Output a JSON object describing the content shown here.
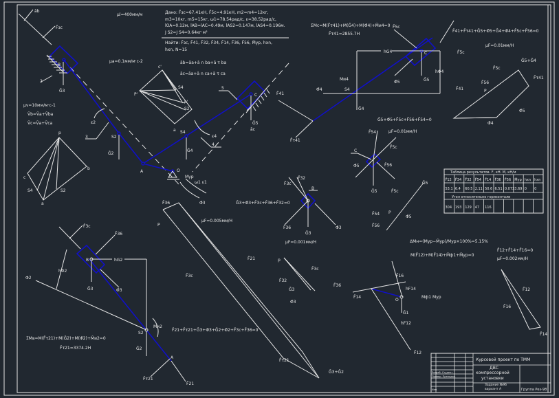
{
  "title_block": {
    "title": "Курсовой проект по ТММ",
    "subject_line1": "ДВС",
    "subject_line2": "компрессорной",
    "subject_line3": "установки",
    "task": "Задание №96",
    "variant": "вариант А",
    "group": "Группа Рез-98",
    "labels": [
      "Изм",
      "Разраб.",
      "Провер.",
      "Лит",
      "Листов"
    ],
    "developer_label": "Разраб. Студент",
    "checker_label": "Провер. Преподав."
  },
  "given": {
    "line1": "Дано: F̄зс=67.41кН, F̄5с=4.91кН, m2=m4=12кг,",
    "line2": "m3=10кг, m5=15кг, ω1=78.54рад/с, ε=38.52рад/с,",
    "line3": "lOA=0.12м, lAB=lAC=0.49м, lAS2=0.147м, lAS4=0.196м.",
    "line4": "J S2=J S4=0.64кг·м²",
    "find1": "Найти: F̄зс, F̄41, F̄32, F̄34, F̄14, F̄36, F̄56, M̄ур, hxn,",
    "find2": "hxn, N=15"
  },
  "scales": {
    "mu_l": "μl=400мм/м",
    "mu_a": "μa=0.1мм/м·с-2",
    "mu_v": "μv=10мм/м·с-1",
    "mu_f1": "μF=0.01мм/Н",
    "mu_f2": "μF=0.01мм/Н",
    "mu_f3": "μF=0.005мм/Н",
    "mu_f4": "μF=0.001мм/Н",
    "mu_f5": "μF=0.002мм/Н"
  },
  "equations": {
    "vel_b": "V̄b=V̄a+V̄ba",
    "vel_c": "V̄c=V̄a+V̄ca",
    "acc_b": "āb=āa+ā n ba+ā τ ba",
    "acc_c": "āc=āa+ā n ca+ā τ ca",
    "moment_c": "ΣMc=M(F̄τ41)+M(Ḡ4)+M(Φ̄4)+M̄и4=0",
    "f41": "F̄τ41=2855.7Н",
    "sum_link45": "F̄41+F̄τ41+Ḡ5+Φ̄5+Ḡ4+Φ̄4+F̄5c+F̄56=0",
    "sum_link5": "Ḡ5+Φ̄5+F̄5c+F̄56+F̄54=0",
    "sum_link3": "Ḡ3+Φ̄3+F̄3c+F̄36+F̄32=0",
    "moment_b": "ΣMв=M(F̄τ21)+M(Ḡ2)+M(Φ̄2)+M̄и2=0",
    "f21": "F̄τ21=3374.2Н",
    "sum_link23": "F̄21+F̄τ21+Ḡ3+Φ̄3+Ḡ2+Φ̄2+F̄3c+F̄36=0",
    "delta_m": "ΔMн=(Mур−M̄ур)/Mур×100%=5.15%",
    "moment_crank": "M(F̄12)+M(F̄14)+M̄ф1+M̄ур=0",
    "sum_crank": "F̄12+F̄14+F̄16=0"
  },
  "results_table": {
    "caption": "Таблица результатов. F, кН. M, кН/м",
    "headers": [
      "F̄12",
      "F̄34",
      "F̄32",
      "F̄54",
      "F̄14",
      "F̄36",
      "F̄56",
      "M̄ур",
      "hxn",
      "hxn"
    ],
    "values": [
      "53.1",
      "6.4",
      "60.5",
      "2.11",
      "50.6",
      "6.51",
      "0.073",
      "3.69",
      "0",
      "0"
    ],
    "angles_caption": "Угол относительно горизонтали",
    "angles": [
      "304",
      "193",
      "129",
      "47",
      "116",
      "",
      "",
      "",
      "",
      ""
    ]
  },
  "labels": {
    "points": [
      "O",
      "A",
      "B",
      "C",
      "S2",
      "S4",
      "P",
      "p",
      "a",
      "b",
      "c",
      "P'",
      "b'",
      "c'",
      "S4'",
      "S2'"
    ],
    "forces": [
      "F̄3c",
      "F̄5c",
      "Ḡ1",
      "Ḡ2",
      "Ḡ3",
      "Ḡ4",
      "Ḡ5",
      "Φ̄2",
      "Φ̄3",
      "Φ̄4",
      "Φ̄5",
      "F̄36",
      "F̄32",
      "F̄56",
      "F̄54",
      "F̄41",
      "F̄τ41",
      "F̄21",
      "F̄τ21",
      "F̄12",
      "F̄14",
      "F̄16",
      "Ḡ5+Ḡ4",
      "Ḡ3+Ḡ2"
    ],
    "moments": [
      "Mи4",
      "Mи2",
      "Mур",
      "Mф1",
      "Mн"
    ],
    "arms": [
      "hG4",
      "hΦ4",
      "hG2",
      "hΦ2",
      "hF14",
      "hF12"
    ],
    "misc": [
      "ω1",
      "ε1",
      "ε2",
      "ε4",
      "āb",
      "āc",
      "1",
      "2",
      "3",
      "4",
      "5",
      "φ2",
      "Φ4"
    ]
  },
  "colors": {
    "background": "#212830",
    "lines": "#e6e6e6",
    "links": "#1010c8"
  }
}
